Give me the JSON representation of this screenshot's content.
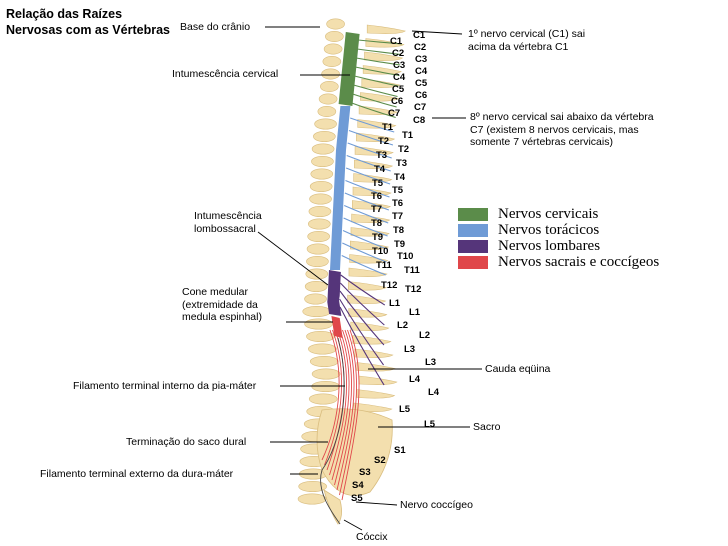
{
  "title": {
    "line1": "Relação das Raízes",
    "line2": "Nervosas com as Vértebras"
  },
  "labels": {
    "skull_base": "Base do crânio",
    "cervical_enlargement": "Intumescência cervical",
    "lumbosacral_line1": "Intumescência",
    "lumbosacral_line2": "lombossacral",
    "conus_line1": "Cone medular",
    "conus_line2": "(extremidade da",
    "conus_line3": "medula espinhal)",
    "filum_internal": "Filamento terminal interno da pia-máter",
    "dural_sac": "Terminação do saco dural",
    "filum_external": "Filamento terminal externo da dura-máter",
    "coccyx": "Cóccix",
    "c1_note_line1": "1º nervo cervical (C1) sai",
    "c1_note_line2": "acima da vértebra C1",
    "c8_note_line1": "8º nervo cervical sai abaixo da vértebra",
    "c8_note_line2": "C7 (existem 8 nervos cervicais, mas",
    "c8_note_line3": "somente 7 vértebras cervicais)",
    "cauda_equina": "Cauda eqüina",
    "sacrum": "Sacro",
    "coccygeal_nerve": "Nervo coccígeo"
  },
  "legend": [
    {
      "label": "Nervos cervicais",
      "color": "#5b8c4a"
    },
    {
      "label": "Nervos torácicos",
      "color": "#6f9bd6"
    },
    {
      "label": "Nervos lombares",
      "color": "#55357a"
    },
    {
      "label": "Nervos sacrais e coccígeos",
      "color": "#e0474a"
    }
  ],
  "vertebra_labels": {
    "left": [
      "C1",
      "C2",
      "C3",
      "C4",
      "C5",
      "C6",
      "C7",
      "T1",
      "T2",
      "T3",
      "T4",
      "T5",
      "T6",
      "T7",
      "T8",
      "T9",
      "T10",
      "T11",
      "T12",
      "L1",
      "L2",
      "L3",
      "L4",
      "L5",
      "S1",
      "S2",
      "S3",
      "S4",
      "S5"
    ],
    "right": [
      "C1",
      "C2",
      "C3",
      "C4",
      "C5",
      "C6",
      "C7",
      "C8",
      "T1",
      "T2",
      "T3",
      "T4",
      "T5",
      "T6",
      "T7",
      "T8",
      "T9",
      "T10",
      "T11",
      "T12",
      "L1",
      "L2",
      "L3",
      "L4",
      "L5"
    ]
  },
  "colors": {
    "bone": "#f3dfae",
    "bone_edge": "#d9bd7f",
    "cervical": "#5b8c4a",
    "thoracic": "#6f9bd6",
    "lumbar": "#55357a",
    "sacral": "#e0474a"
  }
}
